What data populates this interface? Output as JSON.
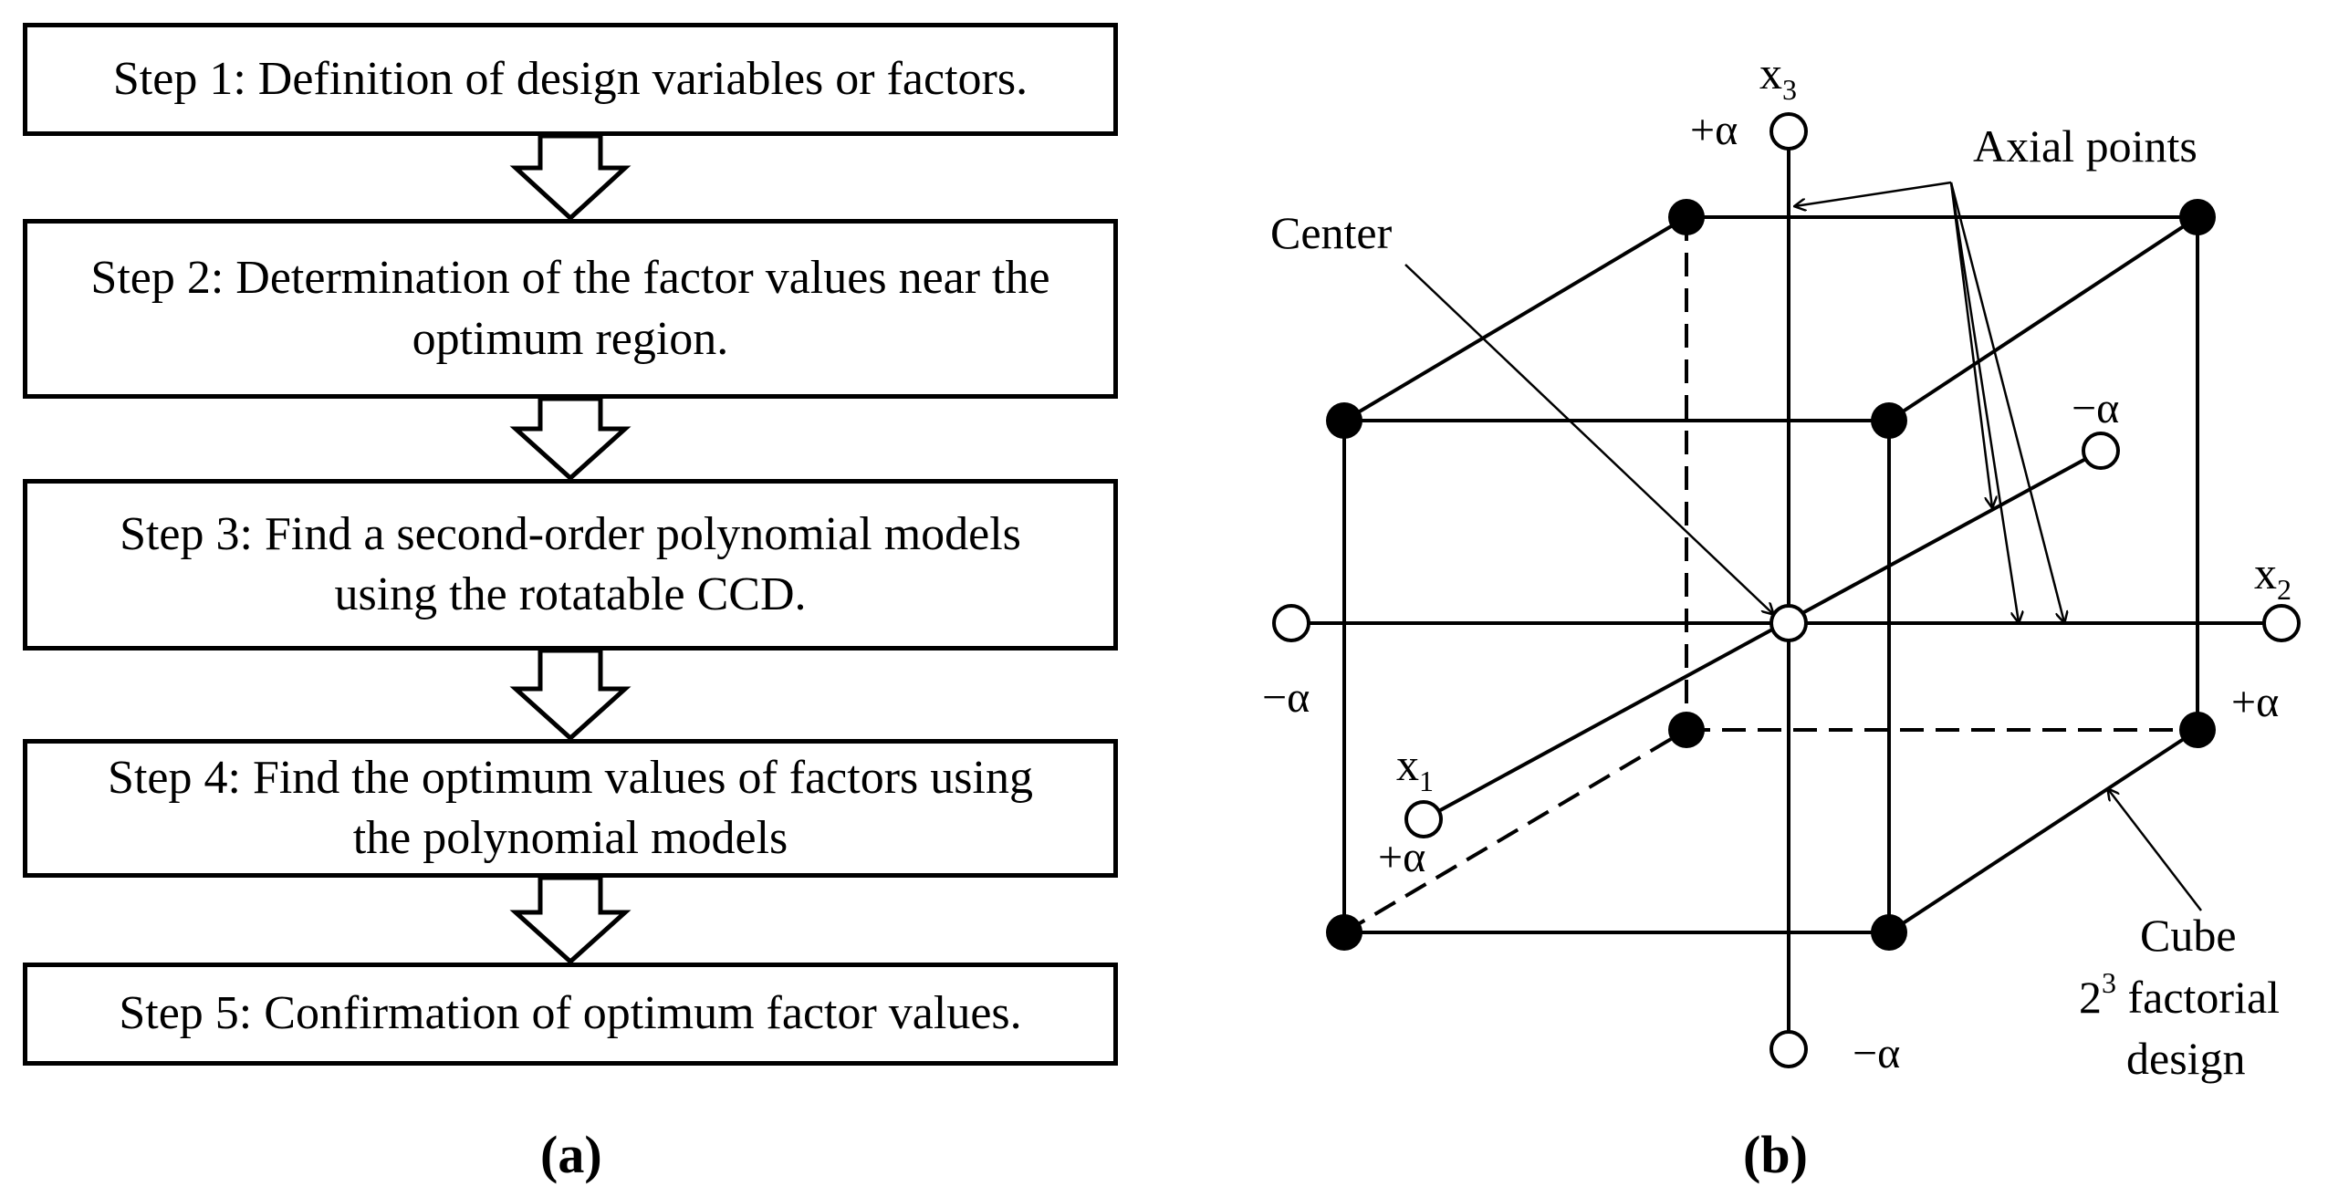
{
  "flowchart": {
    "steps": [
      "Step 1: Definition of design variables or factors.",
      "Step 2: Determination of the factor values near the optimum region.",
      "Step 3: Find a second-order polynomial models using the rotatable CCD.",
      "Step 4: Find the optimum values of factors using the polynomial  models",
      "Step 5: Confirmation of optimum factor values."
    ],
    "caption": "(a)"
  },
  "ccd": {
    "axis_x1": "x",
    "axis_x1_sub": "1",
    "axis_x2": "x",
    "axis_x2_sub": "2",
    "axis_x3": "x",
    "axis_x3_sub": "3",
    "plus_alpha": "+α",
    "minus_alpha": "−α",
    "center_label": "Center",
    "axial_label": "Axial points",
    "cube_label_line1": "Cube",
    "cube_label_base": "2",
    "cube_label_exp": "3",
    "cube_label_line2": " factorial",
    "cube_label_line3": "design",
    "caption": "(b)"
  }
}
